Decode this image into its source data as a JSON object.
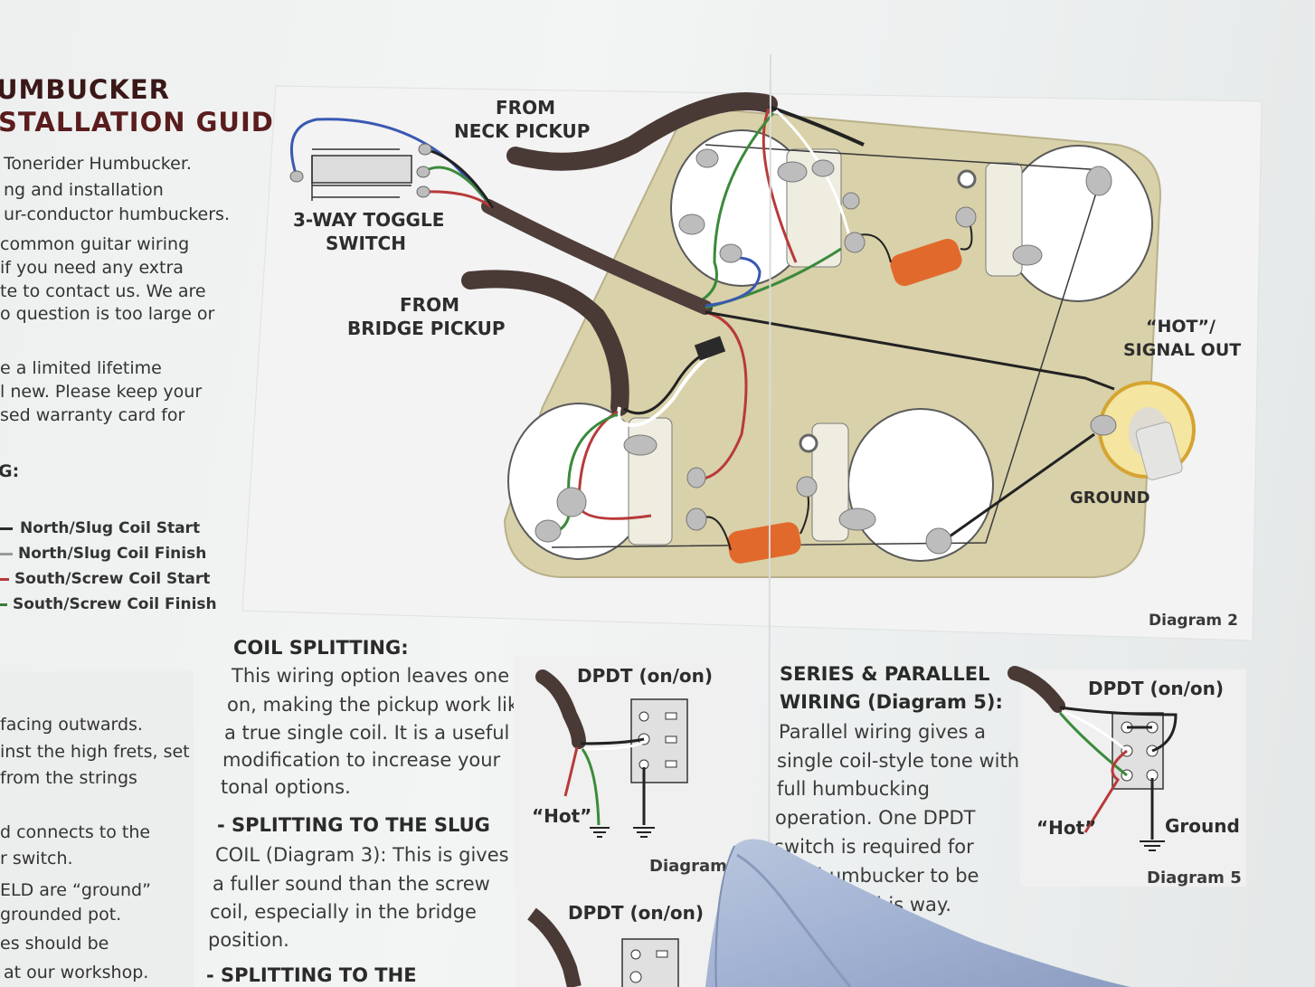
{
  "guide": {
    "title_line1": "UMBUCKER",
    "title_line2": "STALLATION GUIDE",
    "intro": [
      "Tonerider Humbucker.",
      "ng and installation",
      "ur-conductor humbuckers.",
      "common guitar wiring",
      "if you need any extra",
      "te to contact us. We are",
      "o question is too large or"
    ],
    "warranty": [
      "e a limited lifetime",
      "l new. Please keep your",
      "sed warranty card for"
    ],
    "section_letter": "G:",
    "legend": [
      "North/Slug Coil Start",
      "North/Slug Coil Finish",
      "South/Screw Coil Start",
      "South/Screw Coil Finish"
    ],
    "notes": [
      "facing outwards.",
      "inst the high frets, set",
      "from the strings",
      "d connects to the",
      "r switch.",
      "ELD are “ground”",
      "grounded pot.",
      "es should be",
      "at our workshop."
    ]
  },
  "diagram2": {
    "neck_label": [
      "FROM",
      "NECK PICKUP"
    ],
    "switch_label": [
      "3-WAY TOGGLE",
      "SWITCH"
    ],
    "bridge_label": [
      "FROM",
      "BRIDGE PICKUP"
    ],
    "hot_label": [
      "“HOT”/",
      "SIGNAL OUT"
    ],
    "ground_label": "GROUND",
    "caption": "Diagram 2"
  },
  "coil_splitting": {
    "heading": "COIL SPLITTING:",
    "body": [
      "This wiring option leaves one coil",
      "on, making the pickup work like",
      "a true single coil. It is a useful",
      "modification to increase your",
      "tonal options."
    ],
    "sub_heading": "- SPLITTING TO THE SLUG",
    "sub_body": [
      "COIL (Diagram 3): This is gives",
      "a fuller sound than the screw",
      "coil, especially in the bridge",
      "position."
    ],
    "sub_heading2": "- SPLITTING TO THE"
  },
  "diagram3": {
    "title": "DPDT (on/on)",
    "hot": "“Hot”",
    "caption": "Diagram"
  },
  "diagram4": {
    "title": "DPDT (on/on)"
  },
  "series_parallel": {
    "heading": [
      "SERIES & PARALLEL",
      "WIRING (Diagram 5):"
    ],
    "body": [
      "Parallel wiring gives a",
      "single coil-style tone with",
      "full humbucking",
      "operation. One DPDT",
      "switch is required for",
      "ch humbucker to be",
      "d in this way."
    ]
  },
  "diagram5": {
    "title": "DPDT (on/on)",
    "hot": "“Hot”",
    "ground": "Ground",
    "caption": "Diagram 5"
  },
  "colors": {
    "ink": "#2d2d2d",
    "brand_red": "#7a2020",
    "cavity": "#d9d2ad",
    "capacitor": "#e06a2c",
    "cloth": "#a9b8d6"
  }
}
